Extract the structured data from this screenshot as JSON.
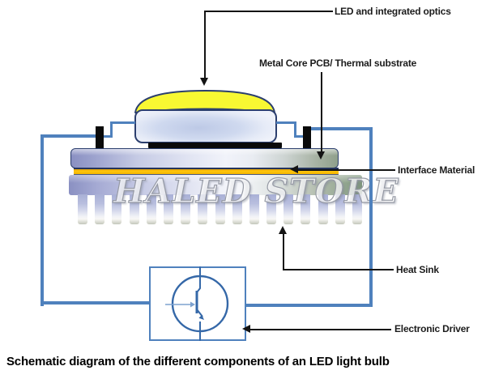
{
  "labels": {
    "led_optics": "LED and integrated optics",
    "pcb_substrate": "Metal Core PCB/ Thermal substrate",
    "interface_material": "Interface Material",
    "heat_sink": "Heat Sink",
    "electronic_driver": "Electronic Driver"
  },
  "watermark": "HALED STORE",
  "caption": "Schematic diagram of the different components of an LED light bulb",
  "diagram": {
    "fin_count": 17
  },
  "colors": {
    "wire_blue": "#4f81bd",
    "outline_navy": "#2c3f6e",
    "dome_yellow": "#f8f832",
    "interface_gold": "#ffc60a",
    "leader_black": "#141414",
    "pcb_purple": "#8a90c2",
    "pcb_green": "#8fa08b"
  }
}
